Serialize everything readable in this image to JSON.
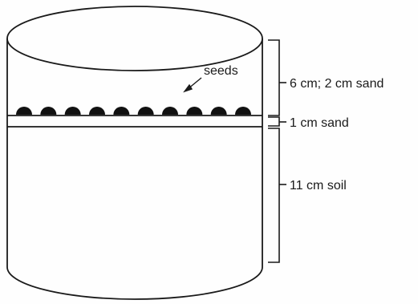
{
  "labels": {
    "seeds": "seeds",
    "top_layer": "6 cm; 2 cm sand",
    "middle_layer": "1 cm sand",
    "bottom_layer": "11 cm soil"
  },
  "seeds_count": 10,
  "colors": {
    "stroke": "#1a1a1a",
    "seed_fill": "#111111",
    "background": "#fefefe"
  }
}
